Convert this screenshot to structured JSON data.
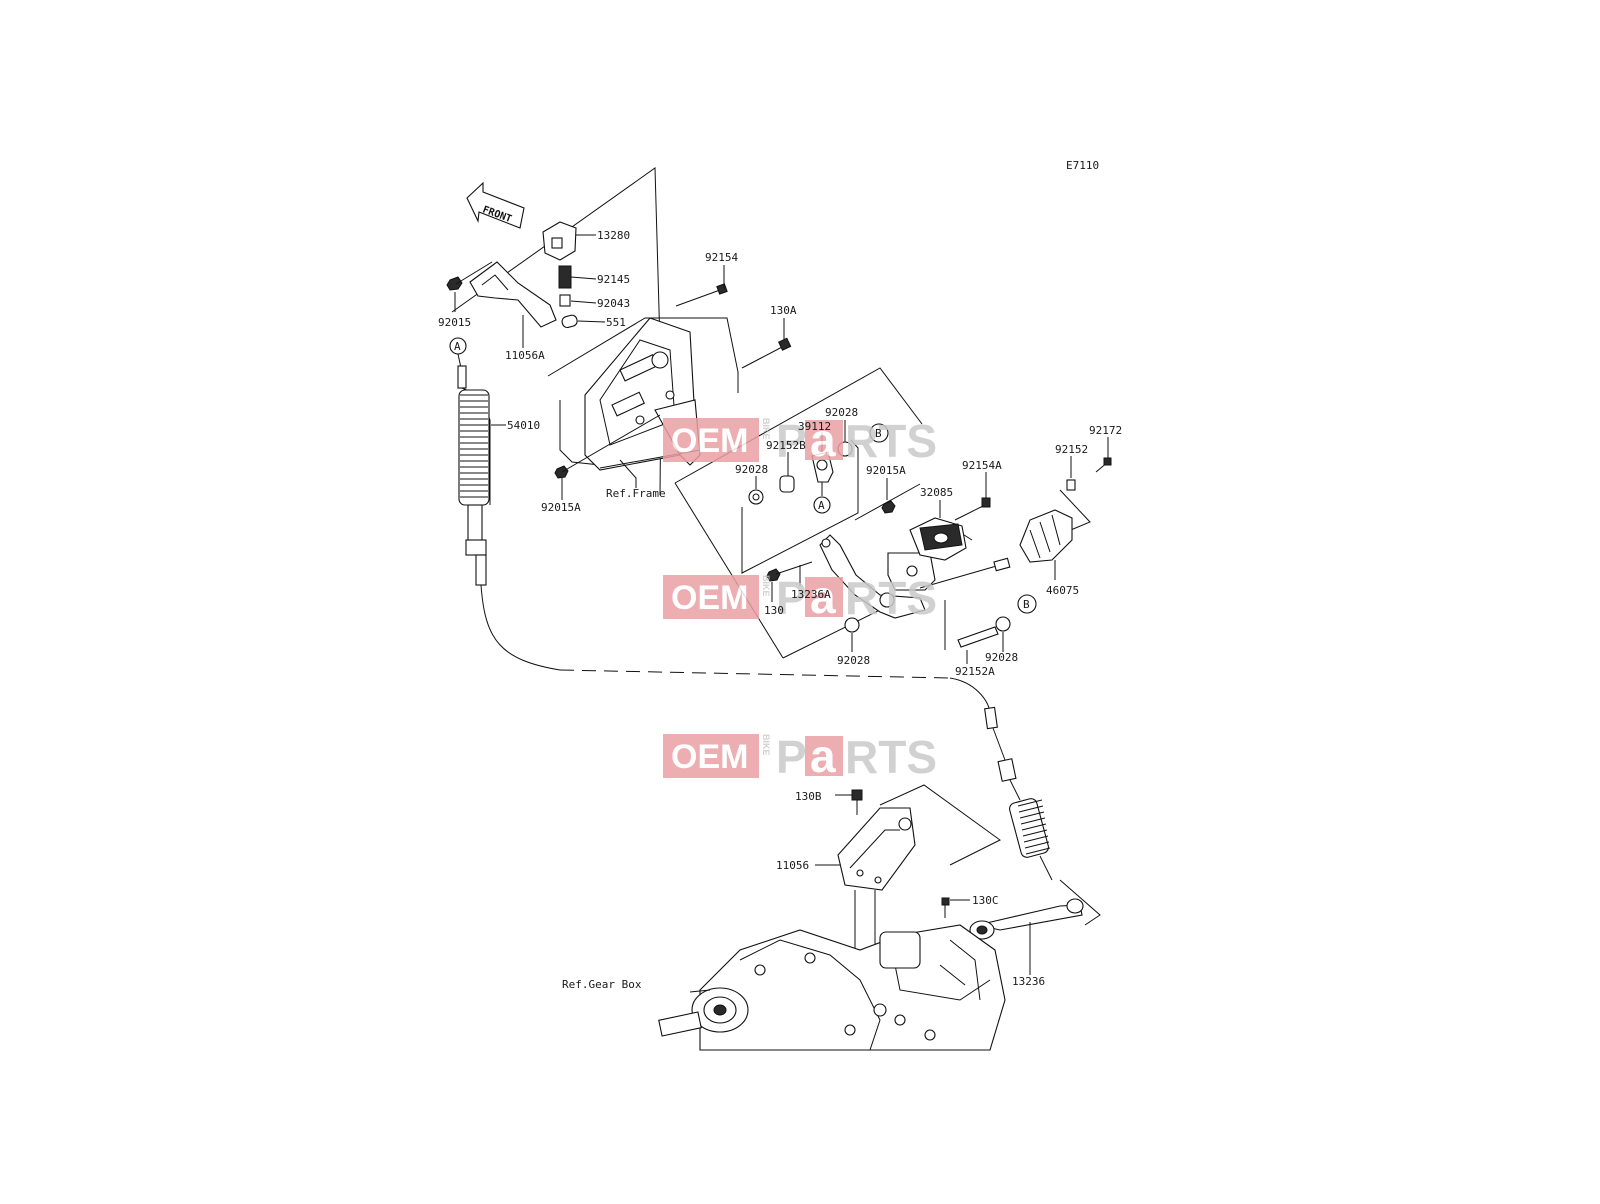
{
  "diagram_code": "E7110",
  "front_arrow_label": "FRONT",
  "watermark": {
    "oem": "OEM",
    "bike": "BIKE",
    "p": "P",
    "a": "a",
    "rts": "RTS",
    "oem_color": "#e9a1a4",
    "a_color": "#e9a1a4"
  },
  "labels": {
    "p13280": "13280",
    "p92145": "92145",
    "p92043": "92043",
    "p551": "551",
    "p92015": "92015",
    "p11056A": "11056A",
    "p92154": "92154",
    "p130A": "130A",
    "p54010": "54010",
    "p92015A_left": "92015A",
    "ref_frame": "Ref.Frame",
    "p92028_top": "92028",
    "p39112": "39112",
    "p92152B": "92152B",
    "p92028_left": "92028",
    "p92015A_mid": "92015A",
    "p92154A": "92154A",
    "p32085": "32085",
    "p92152": "92152",
    "p92172": "92172",
    "p46075": "46075",
    "p130": "130",
    "p13236A": "13236A",
    "p92028_bottom": "92028",
    "p92152A": "92152A",
    "p92028_right": "92028",
    "p130B": "130B",
    "p11056": "11056",
    "p130C": "130C",
    "p13236": "13236",
    "ref_gear_box": "Ref.Gear Box"
  },
  "callouts": {
    "a_top": "A",
    "a_mid": "A",
    "b_top": "B",
    "b_right": "B"
  }
}
